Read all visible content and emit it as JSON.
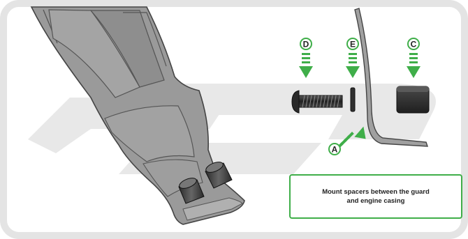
{
  "labels": {
    "a": "A",
    "c": "C",
    "d": "D",
    "e": "E"
  },
  "callout": {
    "text": "Mount spacers between the guard and engine casing"
  },
  "colors": {
    "accent_green": "#3fae49",
    "part_gray": "#9b9b9b",
    "frame_gray": "#e4e4e4",
    "watermark_gray": "#e6e6e6",
    "dark_part": "#3a3a3a"
  },
  "icons": [
    "down-arrow-icon",
    "diagonal-arrow-icon"
  ]
}
